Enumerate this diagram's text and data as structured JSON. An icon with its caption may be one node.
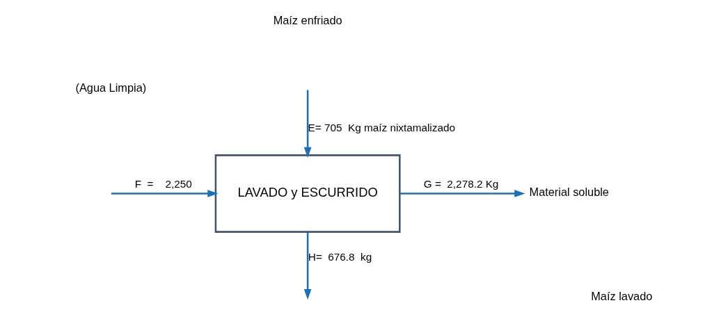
{
  "diagram": {
    "nodes": [
      {
        "text": [
          "LAVADO y ESCURRIDO"
        ]
      },
      {
        "text": [
          "Material soluble"
        ]
      }
    ],
    "edges": [
      {
        "from": null,
        "to": 0,
        "arrow": "to",
        "label": "F  =    2,250"
      },
      {
        "from": null,
        "to": 0,
        "arrow": "to",
        "label": "E= 705  Kg maíz nixtamalizado"
      },
      {
        "from": 0,
        "to": 1,
        "arrow": "to",
        "label": "G =  2,278.2 Kg"
      },
      {
        "from": 0,
        "to": null,
        "arrow": "to",
        "label": "H=  676.8  kg"
      }
    ],
    "labels": [
      "Maíz enfriado",
      "(Agua Limpia)",
      "Maíz lavado"
    ]
  }
}
